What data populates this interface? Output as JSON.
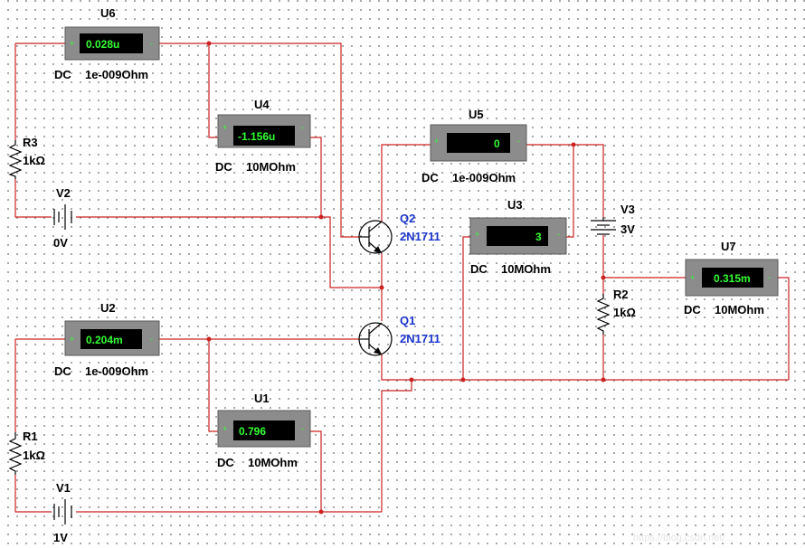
{
  "meters": [
    {
      "ref": "U6",
      "value": "0.028u",
      "mode": "DC",
      "resistance": "1e-009Ohm"
    },
    {
      "ref": "U4",
      "value": "-1.156u",
      "mode": "DC",
      "resistance": "10MOhm"
    },
    {
      "ref": "U5",
      "value": "0",
      "mode": "DC",
      "resistance": "1e-009Ohm"
    },
    {
      "ref": "U3",
      "value": "3",
      "mode": "DC",
      "resistance": "10MOhm"
    },
    {
      "ref": "U7",
      "value": "0.315m",
      "mode": "DC",
      "resistance": "10MOhm"
    },
    {
      "ref": "U2",
      "value": "0.204m",
      "mode": "DC",
      "resistance": "1e-009Ohm"
    },
    {
      "ref": "U1",
      "value": "0.796",
      "mode": "DC",
      "resistance": "10MOhm"
    }
  ],
  "resistors": [
    {
      "ref": "R3",
      "value": "1kΩ"
    },
    {
      "ref": "R1",
      "value": "1kΩ"
    },
    {
      "ref": "R2",
      "value": "1kΩ"
    }
  ],
  "sources": [
    {
      "ref": "V2",
      "value": "0V"
    },
    {
      "ref": "V1",
      "value": "1V"
    },
    {
      "ref": "V3",
      "value": "3V"
    }
  ],
  "transistors": [
    {
      "ref": "Q2",
      "model": "2N1711"
    },
    {
      "ref": "Q1",
      "model": "2N1711"
    }
  ],
  "meter_pins": {
    "plus": "+",
    "minus": "-"
  },
  "colors": {
    "wire": "#cc2222",
    "meter_body": "#8c8c8c",
    "meter_text": "#33ff33",
    "transistor_label": "#1a33cc"
  },
  "watermark": "https://blog.csdn.net/..."
}
